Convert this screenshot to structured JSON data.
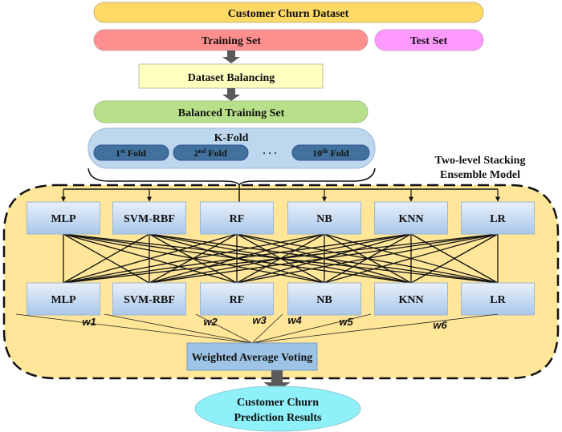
{
  "colors": {
    "dataset": "#FFD966",
    "training": "#FF8F8F",
    "test": "#FF99FF",
    "balancing": "#FFFFC0",
    "balanced": "#B8E08A",
    "kfold": "#BDD7EE",
    "fold": "#41719C",
    "ensemble_bg": "#FFE699",
    "model_top": "#E8F0FA",
    "model_bottom": "#A9C8EA",
    "voting": "#9DC3E6",
    "result": "#8EF0F8",
    "arrow": "#595959"
  },
  "dataset": {
    "label": "Customer Churn Dataset"
  },
  "split": {
    "training_label": "Training Set",
    "test_label": "Test Set"
  },
  "balancing": {
    "label": "Dataset Balancing"
  },
  "balanced": {
    "label": "Balanced Training Set"
  },
  "kfold": {
    "title": "K-Fold",
    "folds": [
      {
        "num": "1",
        "sup": "st",
        "word": "Fold"
      },
      {
        "num": "2",
        "sup": "nd",
        "word": "Fold"
      },
      {
        "num": "10",
        "sup": "th",
        "word": "Fold"
      }
    ],
    "ellipsis": "· · ·"
  },
  "ensemble": {
    "title_line1": "Two-level Stacking",
    "title_line2": "Ensemble Model",
    "level1_models": [
      "MLP",
      "SVM-RBF",
      "RF",
      "NB",
      "KNN",
      "LR"
    ],
    "level2_models": [
      "MLP",
      "SVM-RBF",
      "RF",
      "NB",
      "KNN",
      "LR"
    ],
    "weights": [
      "w1",
      "w2",
      "w3",
      "w4",
      "w5",
      "w6"
    ],
    "voting_label": "Weighted Average Voting"
  },
  "result": {
    "line1": "Customer Churn",
    "line2": "Prediction Results"
  }
}
